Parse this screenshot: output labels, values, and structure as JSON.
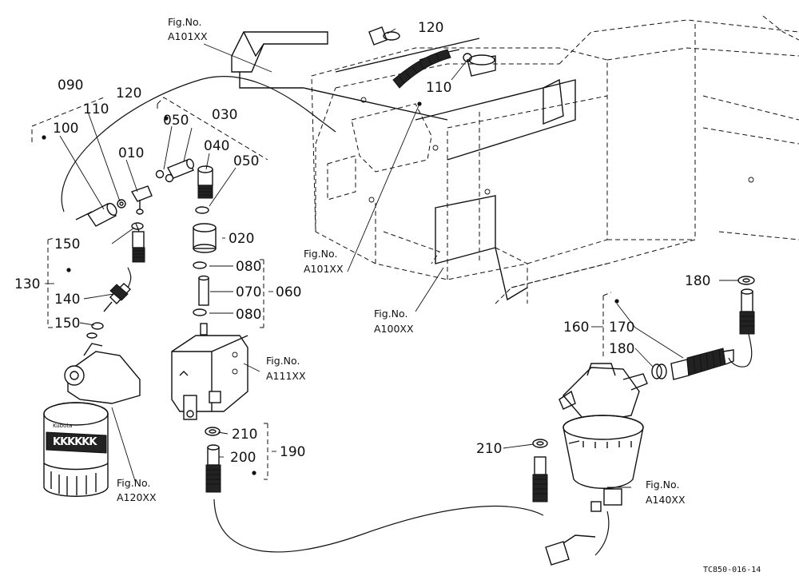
{
  "diagram": {
    "part_labels": {
      "p090": "090",
      "p120a": "120",
      "p110a": "110",
      "p100": "100",
      "p010": "010",
      "p050a": "050",
      "p030": "030",
      "p040": "040",
      "p050b": "050",
      "p020": "020",
      "p080a": "080",
      "p070": "070",
      "p060": "060",
      "p080b": "080",
      "p150a": "150",
      "p130": "130",
      "p140": "140",
      "p150b": "150",
      "p120b": "120",
      "p110b": "110",
      "p180a": "180",
      "p160": "160",
      "p170": "170",
      "p180b": "180",
      "p210a": "210",
      "p200": "200",
      "p190": "190",
      "p210b": "210"
    },
    "fig_refs": {
      "a101_top": {
        "line1": "Fig.No.",
        "line2": "A101XX"
      },
      "a101_mid": {
        "line1": "Fig.No.",
        "line2": "A101XX"
      },
      "a100": {
        "line1": "Fig.No.",
        "line2": "A100XX"
      },
      "a111": {
        "line1": "Fig.No.",
        "line2": "A111XX"
      },
      "a120": {
        "line1": "Fig.No.",
        "line2": "A120XX"
      },
      "a140": {
        "line1": "Fig.No.",
        "line2": "A140XX"
      }
    },
    "brand_text": "Kubota",
    "filter_marking": "KKKKKK",
    "drawing_code": "TC850-016-14"
  }
}
